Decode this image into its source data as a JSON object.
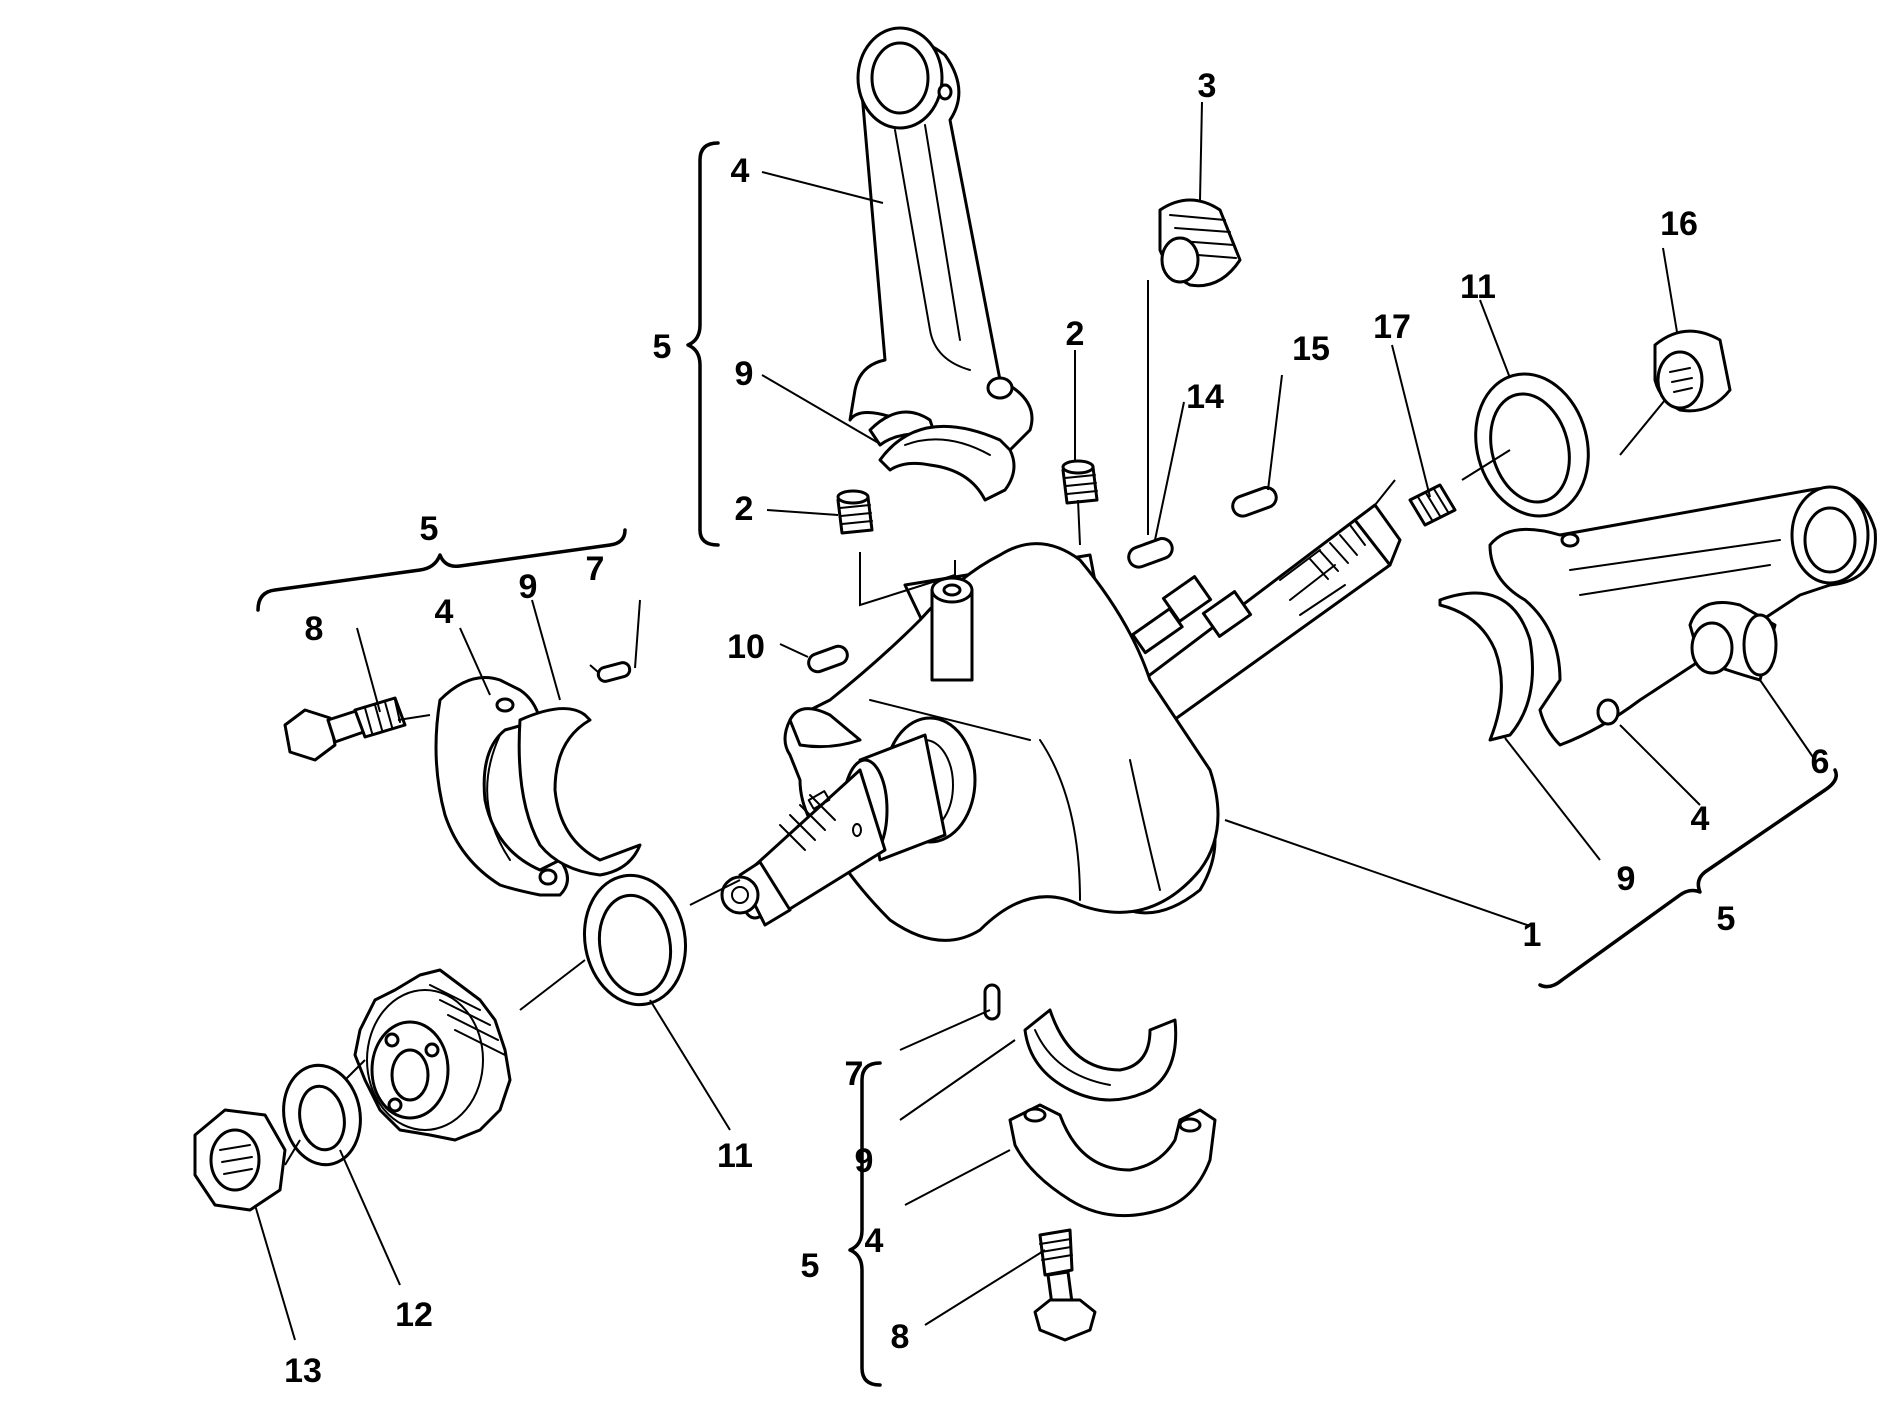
{
  "diagram": {
    "callouts": {
      "c1": "1",
      "c2a": "2",
      "c2b": "2",
      "c3": "3",
      "c4a": "4",
      "c4b": "4",
      "c4c": "4",
      "c4d": "4",
      "c5a": "5",
      "c5b": "5",
      "c5c": "5",
      "c5d": "5",
      "c6": "6",
      "c7a": "7",
      "c7b": "7",
      "c8a": "8",
      "c8b": "8",
      "c9a": "9",
      "c9b": "9",
      "c9c": "9",
      "c9d": "9",
      "c10": "10",
      "c11a": "11",
      "c11b": "11",
      "c12": "12",
      "c13": "13",
      "c14": "14",
      "c15": "15",
      "c16": "16",
      "c17": "17"
    }
  }
}
